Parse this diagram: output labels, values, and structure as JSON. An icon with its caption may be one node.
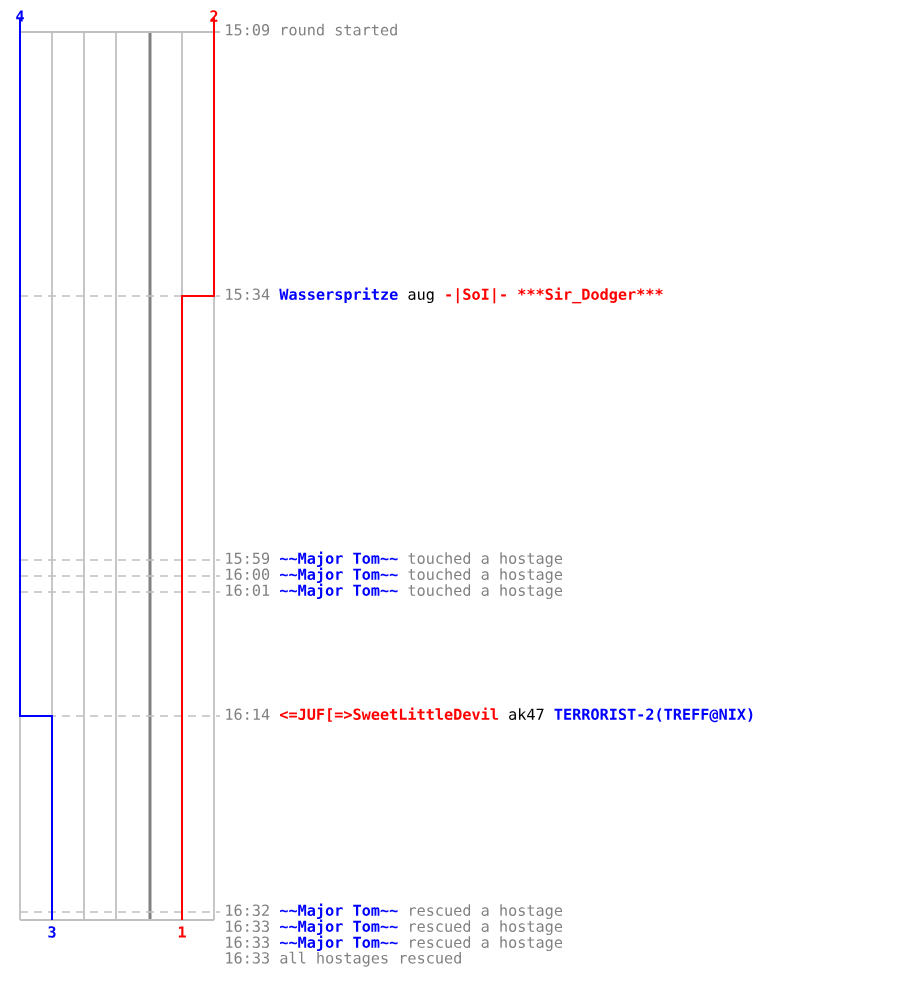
{
  "diagram": {
    "labels": [
      "4",
      "2",
      "15:09",
      "round started",
      "15:34",
      "Wasserspritze",
      "aug",
      "-|SoI|- ***Sir_Dodger",
      "***",
      "15:59",
      "~~Major Tom~~",
      "touched a hostage",
      "16:00",
      "~~Major Tom~~",
      "touched a hostage",
      "16:01",
      "~~Major Tom~~",
      "touched a hostage",
      "16:14",
      "<=JUF[=>SweetLittleDevil",
      "ak47",
      "TERRORIST-2(TREFF@NIX)",
      "16:32",
      "~~Major Tom~~",
      "rescued a hostage",
      "16:33",
      "~~Major Tom~~",
      "rescued a hostage",
      "16:33",
      "~~Major Tom~~",
      "rescued a hostage",
      "16:33",
      "all hostages rescued",
      "3",
      "1"
    ]
  }
}
